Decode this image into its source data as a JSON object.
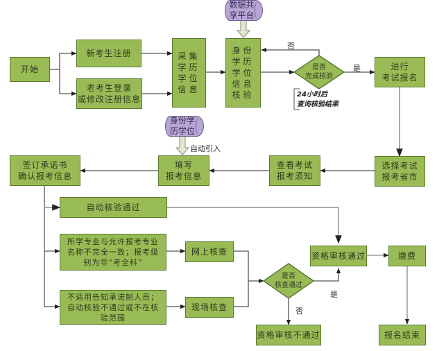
{
  "title": "考试报名流程图",
  "colors": {
    "process_fill": "#99bb55",
    "process_border": "#5a7a30",
    "datastore_fill": "#b8a6d6",
    "connector": "#555555"
  },
  "nodes": {
    "start": "开始",
    "new_register": "新考生注册",
    "old_login": "老考生登录\n或修改注册信息",
    "collect_info": "采集\n学历\n学位\n信息",
    "data_platform": "数据共\n享平台",
    "verify_identity": "身份\n学历\n学位\n信息\n核验",
    "decision_verify": "是否\n完成核验",
    "exam_registration": "进行\n考试报名",
    "note_24h": "24小时后\n查询核验结果",
    "select_province": "选择考试\n报考省市",
    "view_notice": "查看考试\n报考须知",
    "fill_info": "填写\n报考信息",
    "identity_db": "身份学\n历学位",
    "auto_import": "自动引入",
    "sign_commitment": "签订承诺书\n确认报考信息",
    "auto_pass": "自动核验通过",
    "major_mismatch": "所学专业与允许报考专业\n名称不完全一致；报考级\n别为非“考全科”",
    "online_check": "网上核查",
    "not_applicable": "不适用告知承诺制人员；\n自动核验不通过或不在核\n验范围",
    "onsite_check": "现场核查",
    "decision_check": "是否\n核查通过",
    "qualified": "资格审核通过",
    "not_qualified": "资格审核不通过",
    "payment": "缴费",
    "end": "报名结束"
  },
  "edge_labels": {
    "verify_no": "否",
    "verify_yes": "是",
    "check_yes": "是",
    "check_no": "否"
  }
}
